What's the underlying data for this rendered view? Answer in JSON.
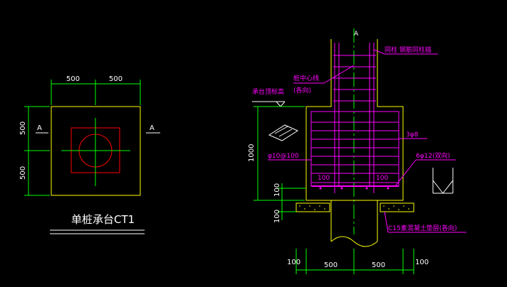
{
  "colors": {
    "background": "#000000",
    "outline": "#ffff00",
    "rebar": "#ff00ff",
    "dimension": "#00ff00",
    "center": "#ff0000",
    "text": "#ffffff"
  },
  "plan": {
    "dim_top_left": "500",
    "dim_top_right": "500",
    "dim_side_top": "500",
    "dim_side_bottom": "500",
    "section_mark_left": "A",
    "section_mark_right": "A",
    "title": "单桩承台CT1"
  },
  "section": {
    "top_marker": "A",
    "label_column_rebar": "同柱 钢筋同柱插",
    "label_pile_center": "桩中心线",
    "label_pile_center_note": "(各向)",
    "label_cap_top_elev": "承台顶标高",
    "label_stirrup": "φ10@100",
    "label_anchor": "3φ8",
    "label_bottom_bars": "6φ12(双向)",
    "label_cover_left": "100",
    "label_cover_right": "100",
    "label_cushion": "C15素混凝土垫层(各向)",
    "dim_height": "1000",
    "dim_embed": "100",
    "dim_cushion": "100",
    "dim_bottom_100_left": "100",
    "dim_bottom_500_left": "500",
    "dim_bottom_500_right": "500",
    "dim_bottom_100_right": "100"
  }
}
